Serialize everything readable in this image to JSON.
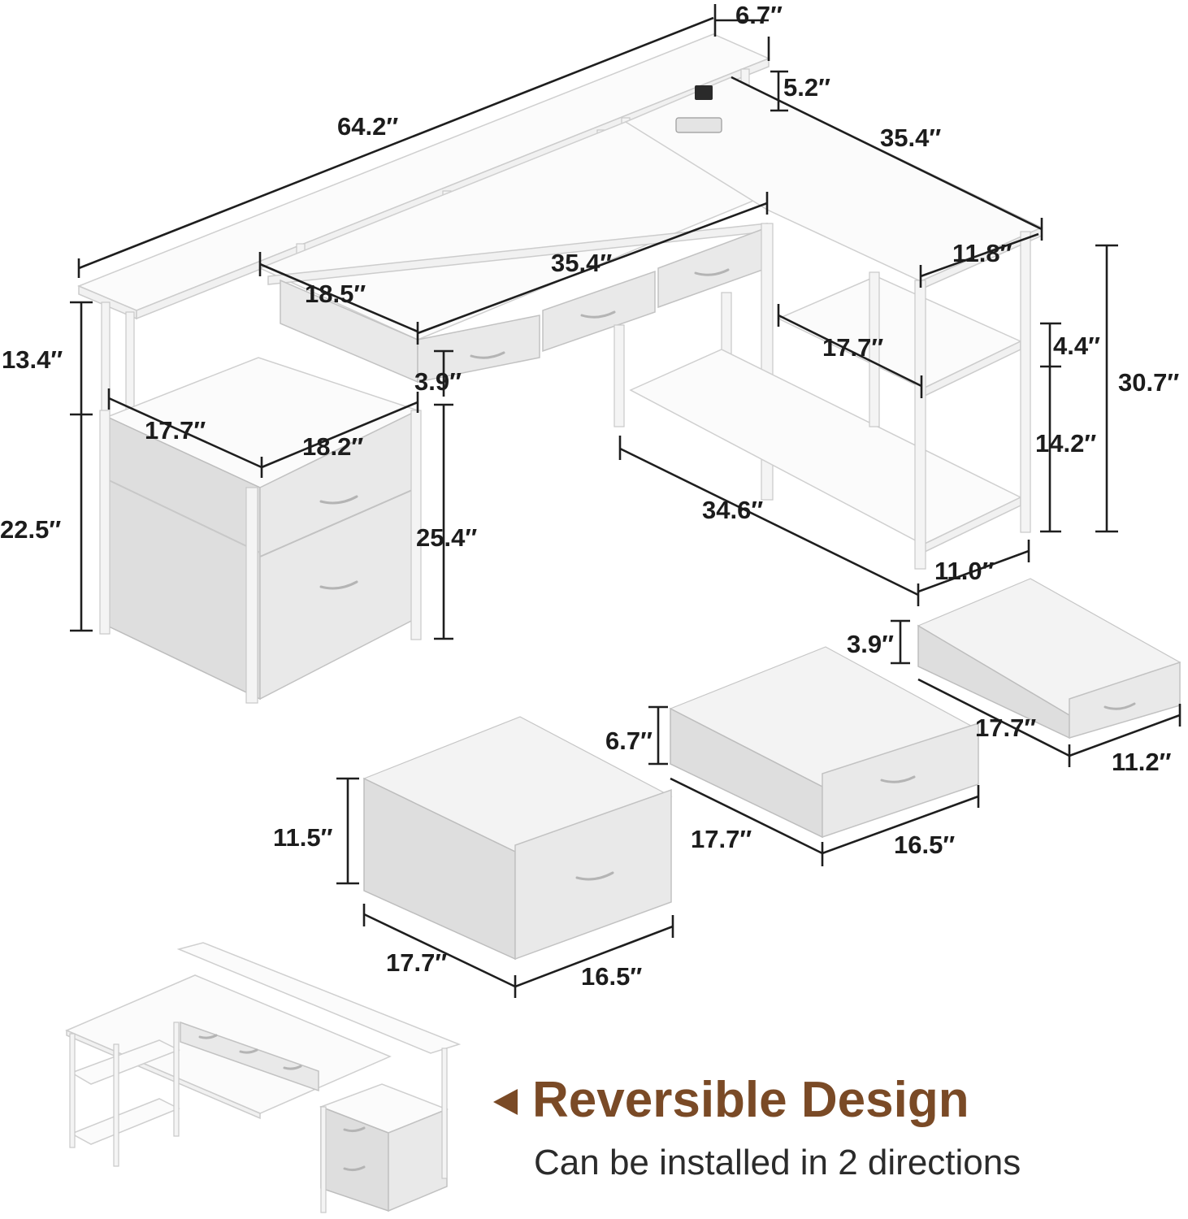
{
  "dimensions": {
    "monitor_stand_depth": "6.7″",
    "monitor_stand_height": "5.2″",
    "total_width": "64.2″",
    "return_length": "35.4″",
    "desk_width": "35.4″",
    "shelf_depth_top": "11.8″",
    "monitor_shelf_depth": "18.5″",
    "upper_height": "13.4″",
    "drawer_gap": "3.9″",
    "shelf_width": "17.7″",
    "cabinet_width": "17.7″",
    "cabinet_depth": "18.2″",
    "shelf_spacing_small": "4.4″",
    "total_height": "30.7″",
    "shelf_spacing_large": "14.2″",
    "cabinet_height": "22.5″",
    "desk_clearance": "25.4″",
    "leg_span": "34.6″",
    "shelf_depth_bottom": "11.0″",
    "small_drawer_height": "3.9″",
    "small_drawer_width": "17.7″",
    "small_drawer_depth": "11.2″",
    "medium_drawer_height": "6.7″",
    "medium_drawer_width": "17.7″",
    "medium_drawer_depth": "16.5″",
    "large_drawer_height": "11.5″",
    "large_drawer_width": "17.7″",
    "large_drawer_depth": "16.5″"
  },
  "feature": {
    "title": "Reversible Design",
    "subtitle": "Can be installed in 2 directions",
    "accent_color": "#7a4a26"
  }
}
